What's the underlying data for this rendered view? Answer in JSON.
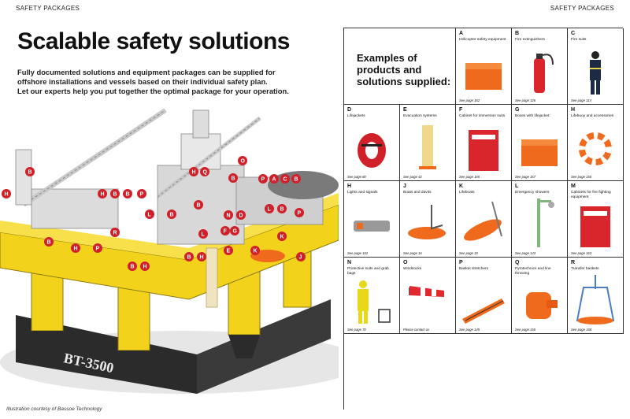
{
  "header": {
    "left_label": "SAFETY PACKAGES",
    "right_label": "SAFETY PACKAGES"
  },
  "title": "Scalable safety solutions",
  "intro": {
    "line1": "Fully documented solutions and equipment packages can be supplied for",
    "line2": "offshore installations and vessels based on their individual safety plan.",
    "line3": "Let our experts help you put together the optimal package for your operation."
  },
  "rig": {
    "hull_text": "BT-3500",
    "marker_color": "#d0202a",
    "hull_color": "#f3d21c",
    "markers": [
      "B",
      "H",
      "B",
      "B",
      "H",
      "B",
      "P",
      "H",
      "Q",
      "B",
      "O",
      "P",
      "A",
      "C",
      "B",
      "L",
      "B",
      "D",
      "N",
      "P",
      "L",
      "B",
      "R",
      "L",
      "F",
      "G",
      "K",
      "B",
      "H",
      "P",
      "E",
      "K",
      "J",
      "B",
      "H",
      "B",
      "H"
    ]
  },
  "credit": "Illustration courtesy of Bassoe Technology",
  "examples": {
    "line1": "Examples of",
    "line2": "products and",
    "line3": "solutions supplied:"
  },
  "accent_orange": "#ef6a1c",
  "products": [
    {
      "letter": "A",
      "name": "Helicopter safety equipment",
      "page": "See page 162",
      "icon": "orange-box-icon"
    },
    {
      "letter": "B",
      "name": "Fire extinguishers",
      "page": "See page 126",
      "icon": "fire-extinguisher-icon"
    },
    {
      "letter": "C",
      "name": "Fire suits",
      "page": "See page 114",
      "icon": "fire-suit-icon"
    },
    {
      "letter": "D",
      "name": "Lifejackets",
      "page": "See page 80",
      "icon": "lifejacket-icon"
    },
    {
      "letter": "E",
      "name": "Evacuation systems",
      "page": "See page 42",
      "icon": "evacuation-chute-icon"
    },
    {
      "letter": "F",
      "name": "Cabinet for immersion suits",
      "page": "See page 165",
      "icon": "red-cabinet-icon"
    },
    {
      "letter": "G",
      "name": "Boxes with lifejacket",
      "page": "See page 167",
      "icon": "orange-box-icon"
    },
    {
      "letter": "H",
      "name": "Lifebuoy and accessories",
      "page": "See page 150",
      "icon": "lifebuoy-icon"
    },
    {
      "letter": "H",
      "name": "Lights and signals",
      "page": "See page 152",
      "icon": "light-signal-icon"
    },
    {
      "letter": "J",
      "name": "Boats and davits",
      "page": "See page 16",
      "icon": "rescue-boat-icon"
    },
    {
      "letter": "K",
      "name": "Lifeboats",
      "page": "See page 19",
      "icon": "lifeboat-icon"
    },
    {
      "letter": "L",
      "name": "Emergency showers",
      "page": "See page 143",
      "icon": "shower-icon"
    },
    {
      "letter": "M",
      "name": "Cabinets for fire fighting equipment",
      "page": "See page 163",
      "icon": "red-cabinet-icon"
    },
    {
      "letter": "N",
      "name": "Protective suits and grab bags",
      "page": "See page 70",
      "icon": "protective-suit-icon"
    },
    {
      "letter": "O",
      "name": "Windsocks",
      "page": "Please contact us",
      "icon": "windsock-icon"
    },
    {
      "letter": "P",
      "name": "Basket stretchers",
      "page": "See page 145",
      "icon": "stretcher-icon"
    },
    {
      "letter": "Q",
      "name": "Pyrotechnics and line throwing",
      "page": "See page 155",
      "icon": "line-thrower-icon"
    },
    {
      "letter": "R",
      "name": "Transfer baskets",
      "page": "See page 158",
      "icon": "transfer-basket-icon"
    }
  ]
}
